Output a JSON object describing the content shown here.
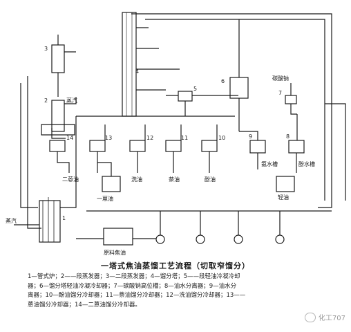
{
  "equipment_numbers": [
    "1",
    "2",
    "3",
    "4",
    "5",
    "6",
    "7",
    "8",
    "9",
    "10",
    "11",
    "12",
    "13",
    "14"
  ],
  "labels": {
    "soda_ash": "碳酸钠",
    "steam_out": "蒸汽",
    "steam_in": "蒸汽",
    "ammonia_tank": "氨水槽",
    "phenol_tank": "酚水槽",
    "secondary_oil": "二蒽油",
    "primary_oil": "一蒽油",
    "wash_oil": "洗油",
    "naphthalene_oil": "萘油",
    "phenol_oil": "酚油",
    "light_oil": "轻油",
    "raw_tar": "原料焦油"
  },
  "title": "一塔式焦油蒸馏工艺流程（切取窄馏分）",
  "legend_lines": [
    "1—管式炉；2——段蒸发器；3—二段蒸发器；4—馏分塔；5——段轻油冷凝冷却",
    "器；6—馏分塔轻油冷凝冷却器；7—碳酸钠高位槽；8—油水分离器；9—油水分",
    "离器；10—酚油馏分冷却器；11—萘油馏分冷却器；12—洗油馏分冷却器；13——",
    "蒽油馏分冷却器；14—二蒽油馏分冷却器。"
  ],
  "watermark": "化工707"
}
